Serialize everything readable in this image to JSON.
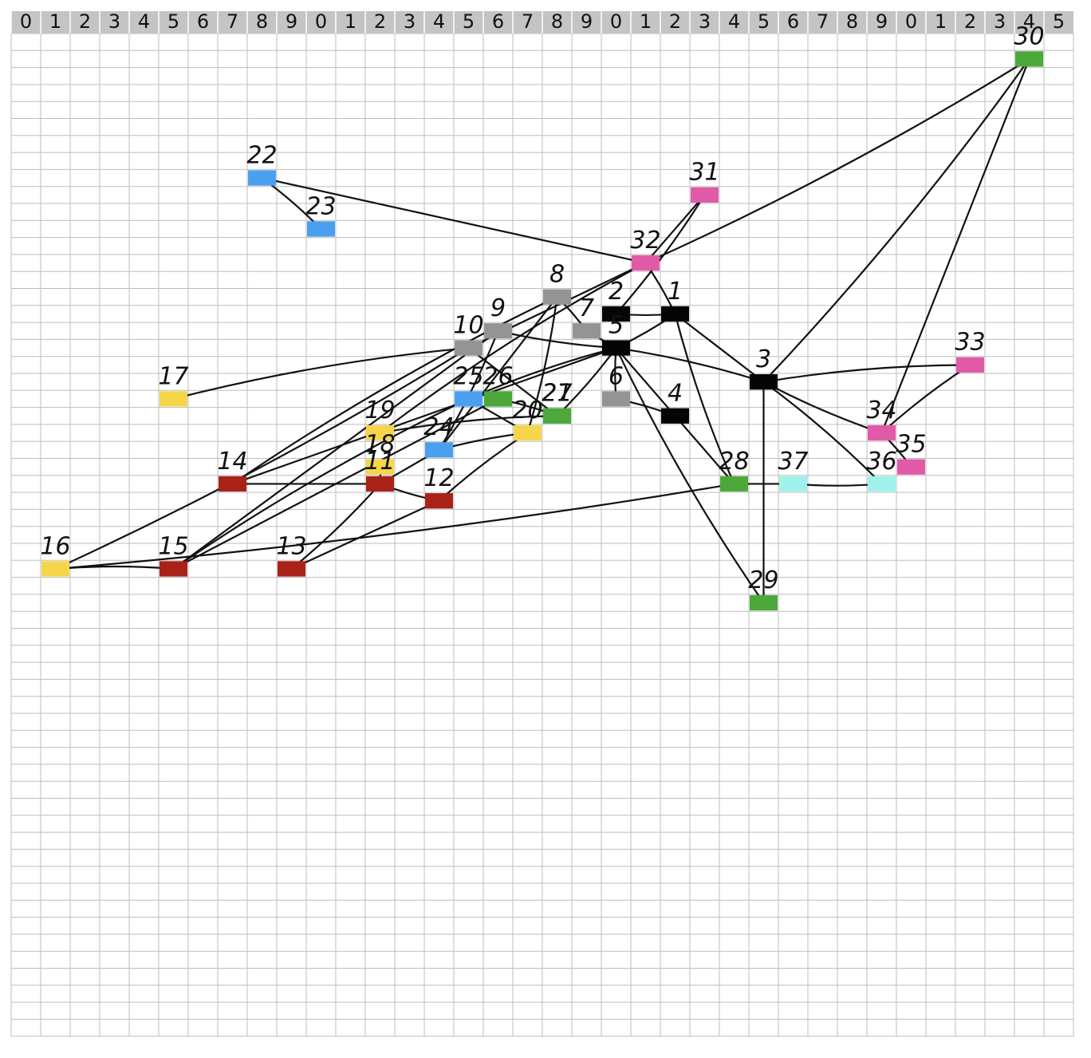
{
  "header_digits": [
    "0",
    "1",
    "2",
    "3",
    "4",
    "5",
    "6",
    "7",
    "8",
    "9",
    "0",
    "1",
    "2",
    "3",
    "4",
    "5",
    "6",
    "7",
    "8",
    "9",
    "0",
    "1",
    "2",
    "3",
    "4",
    "5",
    "6",
    "7",
    "8",
    "9",
    "0",
    "1",
    "2",
    "3",
    "4",
    "5"
  ],
  "colors": {
    "gray": "#949494",
    "black": "#050505",
    "pink": "#e05aa8",
    "blue": "#4aa0ee",
    "green": "#4ca83a",
    "yellow": "#f5d64b",
    "red": "#a82218",
    "cyan": "#9ff2ea",
    "grid": "#bdbdbd",
    "header_bg": "#c4c4c4",
    "edge": "#111111"
  },
  "nodes": [
    {
      "id": "1",
      "label": "1",
      "col": 22,
      "row": 16,
      "color": "black"
    },
    {
      "id": "2",
      "label": "2",
      "col": 20,
      "row": 16,
      "color": "black"
    },
    {
      "id": "3",
      "label": "3",
      "col": 25,
      "row": 20,
      "color": "black"
    },
    {
      "id": "4",
      "label": "4",
      "col": 22,
      "row": 22,
      "color": "black"
    },
    {
      "id": "5",
      "label": "5",
      "col": 20,
      "row": 18,
      "color": "black"
    },
    {
      "id": "6",
      "label": "6",
      "col": 20,
      "row": 21,
      "color": "gray"
    },
    {
      "id": "7",
      "label": "7",
      "col": 19,
      "row": 17,
      "color": "gray"
    },
    {
      "id": "8",
      "label": "8",
      "col": 18,
      "row": 15,
      "color": "gray"
    },
    {
      "id": "9",
      "label": "9",
      "col": 16,
      "row": 17,
      "color": "gray"
    },
    {
      "id": "10",
      "label": "10",
      "col": 15,
      "row": 18,
      "color": "gray"
    },
    {
      "id": "11",
      "label": "11",
      "col": 12,
      "row": 26,
      "color": "red"
    },
    {
      "id": "12",
      "label": "12",
      "col": 14,
      "row": 27,
      "color": "red"
    },
    {
      "id": "13",
      "label": "13",
      "col": 9,
      "row": 31,
      "color": "red"
    },
    {
      "id": "14",
      "label": "14",
      "col": 7,
      "row": 26,
      "color": "red"
    },
    {
      "id": "15",
      "label": "15",
      "col": 5,
      "row": 31,
      "color": "red"
    },
    {
      "id": "16",
      "label": "16",
      "col": 1,
      "row": 31,
      "color": "yellow"
    },
    {
      "id": "17",
      "label": "17",
      "col": 5,
      "row": 21,
      "color": "yellow"
    },
    {
      "id": "18",
      "label": "18",
      "col": 12,
      "row": 25,
      "color": "yellow"
    },
    {
      "id": "19",
      "label": "19",
      "col": 12,
      "row": 23,
      "color": "yellow"
    },
    {
      "id": "20",
      "label": "20",
      "col": 17,
      "row": 23,
      "color": "yellow"
    },
    {
      "id": "21",
      "label": "21",
      "col": 18,
      "row": 22,
      "color": "blue"
    },
    {
      "id": "22",
      "label": "22",
      "col": 8,
      "row": 8,
      "color": "blue"
    },
    {
      "id": "23",
      "label": "23",
      "col": 10,
      "row": 11,
      "color": "blue"
    },
    {
      "id": "24",
      "label": "24",
      "col": 14,
      "row": 24,
      "color": "blue"
    },
    {
      "id": "25",
      "label": "25",
      "col": 15,
      "row": 21,
      "color": "blue"
    },
    {
      "id": "26",
      "label": "26",
      "col": 16,
      "row": 21,
      "color": "green"
    },
    {
      "id": "27",
      "label": "27",
      "col": 18,
      "row": 22,
      "color": "green"
    },
    {
      "id": "28",
      "label": "28",
      "col": 24,
      "row": 26,
      "color": "green"
    },
    {
      "id": "29",
      "label": "29",
      "col": 25,
      "row": 33,
      "color": "green"
    },
    {
      "id": "30",
      "label": "30",
      "col": 34,
      "row": 1,
      "color": "green"
    },
    {
      "id": "31",
      "label": "31",
      "col": 23,
      "row": 9,
      "color": "pink"
    },
    {
      "id": "32",
      "label": "32",
      "col": 21,
      "row": 13,
      "color": "pink"
    },
    {
      "id": "33",
      "label": "33",
      "col": 32,
      "row": 19,
      "color": "pink"
    },
    {
      "id": "34",
      "label": "34",
      "col": 29,
      "row": 23,
      "color": "pink"
    },
    {
      "id": "35",
      "label": "35",
      "col": 30,
      "row": 25,
      "color": "pink"
    },
    {
      "id": "36",
      "label": "36",
      "col": 29,
      "row": 26,
      "color": "cyan"
    },
    {
      "id": "37",
      "label": "37",
      "col": 26,
      "row": 26,
      "color": "cyan"
    }
  ],
  "edges": [
    [
      "22",
      "23"
    ],
    [
      "22",
      "32"
    ],
    [
      "32",
      "30"
    ],
    [
      "32",
      "1"
    ],
    [
      "32",
      "10"
    ],
    [
      "32",
      "19"
    ],
    [
      "31",
      "2"
    ],
    [
      "31",
      "32"
    ],
    [
      "2",
      "1"
    ],
    [
      "1",
      "5"
    ],
    [
      "1",
      "3"
    ],
    [
      "1",
      "28"
    ],
    [
      "8",
      "7"
    ],
    [
      "8",
      "24"
    ],
    [
      "8",
      "14"
    ],
    [
      "8",
      "20"
    ],
    [
      "7",
      "5"
    ],
    [
      "9",
      "5"
    ],
    [
      "9",
      "24"
    ],
    [
      "9",
      "15"
    ],
    [
      "10",
      "17"
    ],
    [
      "10",
      "16"
    ],
    [
      "10",
      "27"
    ],
    [
      "5",
      "6"
    ],
    [
      "5",
      "3"
    ],
    [
      "5",
      "4"
    ],
    [
      "5",
      "29"
    ],
    [
      "5",
      "21"
    ],
    [
      "5",
      "14"
    ],
    [
      "5",
      "25"
    ],
    [
      "6",
      "4"
    ],
    [
      "4",
      "28"
    ],
    [
      "3",
      "30"
    ],
    [
      "3",
      "33"
    ],
    [
      "3",
      "29"
    ],
    [
      "3",
      "34"
    ],
    [
      "3",
      "36"
    ],
    [
      "30",
      "34"
    ],
    [
      "33",
      "34"
    ],
    [
      "34",
      "35"
    ],
    [
      "28",
      "37"
    ],
    [
      "37",
      "36"
    ],
    [
      "28",
      "16"
    ],
    [
      "25",
      "20"
    ],
    [
      "25",
      "15"
    ],
    [
      "26",
      "27"
    ],
    [
      "26",
      "15"
    ],
    [
      "27",
      "19"
    ],
    [
      "24",
      "20"
    ],
    [
      "14",
      "11"
    ],
    [
      "11",
      "12"
    ],
    [
      "11",
      "13"
    ],
    [
      "11",
      "24"
    ],
    [
      "11",
      "18"
    ],
    [
      "12",
      "20"
    ],
    [
      "13",
      "12"
    ],
    [
      "15",
      "16"
    ]
  ]
}
